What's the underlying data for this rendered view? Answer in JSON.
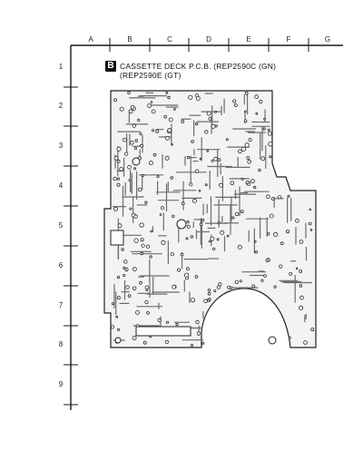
{
  "grid": {
    "columns": [
      "A",
      "B",
      "C",
      "D",
      "E",
      "F",
      "G"
    ],
    "rows": [
      "1",
      "2",
      "3",
      "4",
      "5",
      "6",
      "7",
      "8",
      "9"
    ]
  },
  "title": {
    "badge": "B",
    "line1": "CASSETTE DECK P.C.B. (REP2590C (GN)",
    "line2": "(REP2590E (GT)"
  },
  "colors": {
    "ink": "#1a1a1a",
    "board": "#f3f3f3",
    "pattern": "#6c6c6c",
    "background": "#ffffff"
  }
}
